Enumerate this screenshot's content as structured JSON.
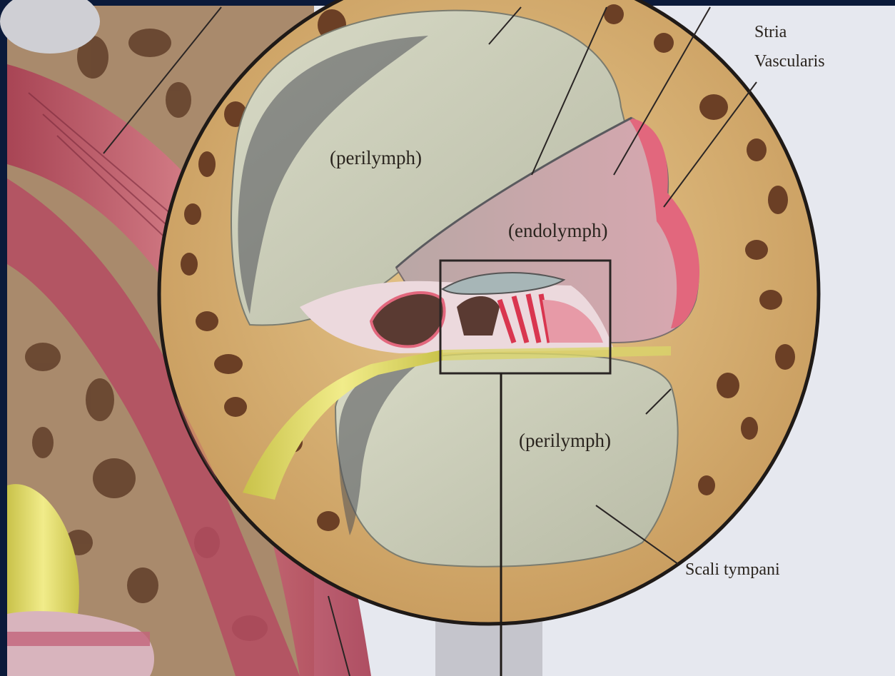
{
  "labels": {
    "perilymph_upper": "(perilymph)",
    "endolymph": "(endolymph)",
    "perilymph_lower": "(perilymph)",
    "stria_line1": "Stria",
    "stria_line2": "Vascularis",
    "scali_tympani": "Scali tympani"
  },
  "colors": {
    "background_frame": "#0b1a3a",
    "paper": "#e6e8ef",
    "bone": "#d9b47a",
    "bone_dark": "#6b3f25",
    "fluid": "#c9cbb8",
    "membrane_pink": "#e2677d",
    "nerve_yellow": "#e3de6a",
    "muscle_red": "#c2576a"
  }
}
